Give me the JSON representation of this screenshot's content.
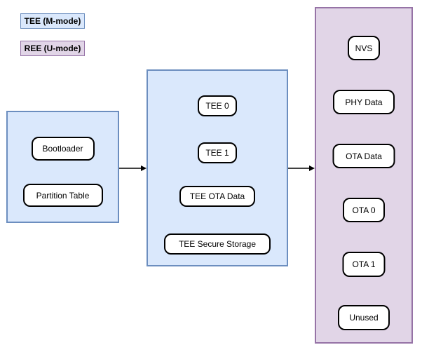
{
  "legend": {
    "tee": {
      "label": "TEE (M-mode)"
    },
    "ree": {
      "label": "REE (U-mode)"
    }
  },
  "colors": {
    "tee_fill": "#dae8fc",
    "tee_border": "#6c8ebf",
    "ree_fill": "#e1d5e7",
    "ree_border": "#9673a6",
    "node_fill": "#ffffff",
    "node_border": "#000000",
    "arrow": "#000000"
  },
  "regions": {
    "left": {
      "partitions": [
        "Bootloader",
        "Partition Table"
      ]
    },
    "middle": {
      "partitions": [
        "TEE 0",
        "TEE 1",
        "TEE OTA Data",
        "TEE Secure Storage"
      ]
    },
    "right": {
      "partitions": [
        "NVS",
        "PHY Data",
        "OTA Data",
        "OTA 0",
        "OTA 1",
        "Unused"
      ]
    }
  }
}
